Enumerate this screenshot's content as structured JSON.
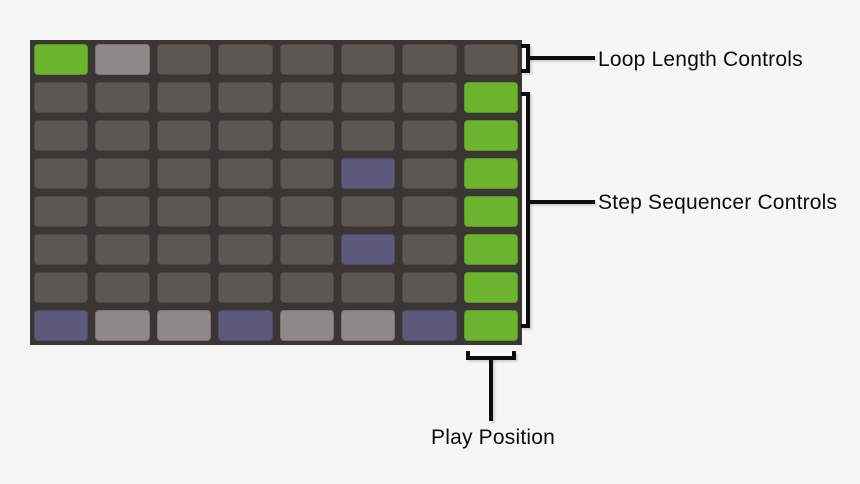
{
  "colors": {
    "background": "#f6f6f5",
    "panel": "#3a3633",
    "pad_dark": "#5b5753",
    "pad_green": "#6cb42d",
    "pad_gray": "#8d8a88",
    "pad_purple": "#5c597b",
    "annotation": "#0d0d0d"
  },
  "grid": {
    "rows": 8,
    "cols": 8,
    "cells": [
      [
        "green",
        "gray",
        "dark",
        "dark",
        "dark",
        "dark",
        "dark",
        "dark"
      ],
      [
        "dark",
        "dark",
        "dark",
        "dark",
        "dark",
        "dark",
        "dark",
        "green"
      ],
      [
        "dark",
        "dark",
        "dark",
        "dark",
        "dark",
        "dark",
        "dark",
        "green"
      ],
      [
        "dark",
        "dark",
        "dark",
        "dark",
        "dark",
        "purple",
        "dark",
        "green"
      ],
      [
        "dark",
        "dark",
        "dark",
        "dark",
        "dark",
        "dark",
        "dark",
        "green"
      ],
      [
        "dark",
        "dark",
        "dark",
        "dark",
        "dark",
        "purple",
        "dark",
        "green"
      ],
      [
        "dark",
        "dark",
        "dark",
        "dark",
        "dark",
        "dark",
        "dark",
        "green"
      ],
      [
        "purple",
        "gray",
        "gray",
        "purple",
        "gray",
        "gray",
        "purple",
        "green"
      ]
    ]
  },
  "annotations": {
    "loop_length_label": "Loop Length Controls",
    "step_sequencer_label": "Step Sequencer Controls",
    "play_position_label": "Play Position"
  }
}
